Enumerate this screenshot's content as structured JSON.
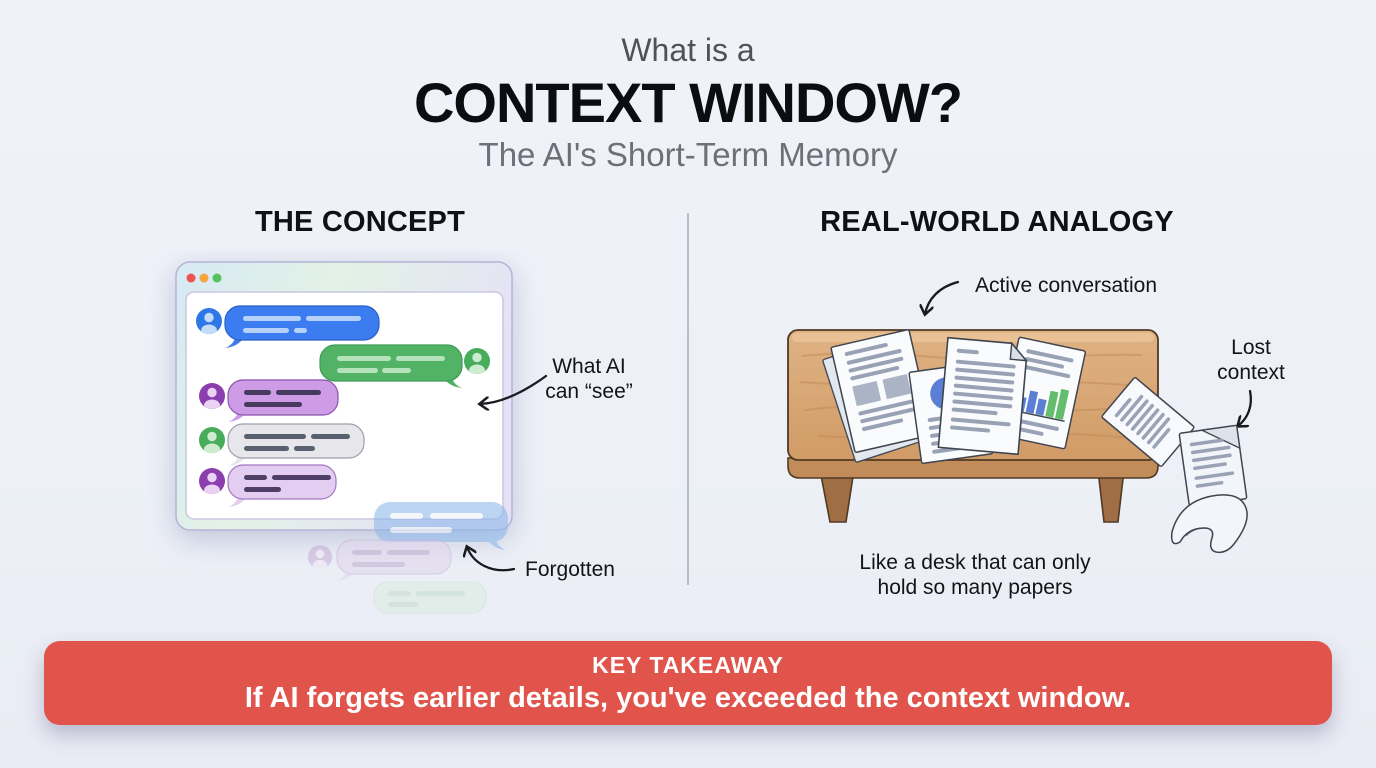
{
  "header": {
    "eyebrow": "What is a",
    "title": "CONTEXT WINDOW?",
    "subtitle": "The AI's Short-Term Memory"
  },
  "concept": {
    "heading": "THE CONCEPT",
    "see_label": {
      "line1": "What AI",
      "line2": "can “see”"
    },
    "forgotten_label": "Forgotten"
  },
  "analogy": {
    "heading": "REAL-WORLD ANALOGY",
    "active_label": "Active conversation",
    "lost_label": {
      "line1": "Lost",
      "line2": "context"
    },
    "caption": {
      "line1": "Like a desk that can only",
      "line2": "hold so many papers"
    }
  },
  "takeaway": {
    "label": "KEY TAKEAWAY",
    "text": "If AI forgets earlier details, you've exceeded the context window."
  },
  "colors": {
    "background": "#edf0f7",
    "banner_red": "#e0544b",
    "bubble_blue": "#3b7df0",
    "bubble_green": "#52b266",
    "bubble_purple": "#ce9be6",
    "bubble_light_purple": "#e3cdf1",
    "bubble_gray": "#e6e6eb",
    "desk_wood": "#d8a873",
    "traffic_red": "#ef5350",
    "traffic_yellow": "#f6a43c",
    "traffic_green": "#56c05c",
    "divider": "#b9bdc6"
  }
}
